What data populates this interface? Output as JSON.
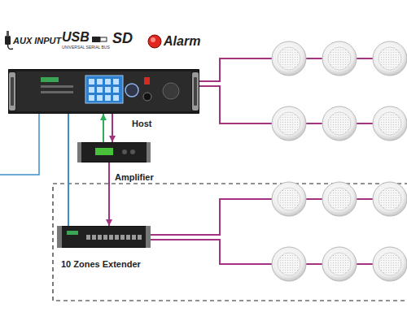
{
  "diagram": {
    "nodes": [
      {
        "text": [
          "Host"
        ]
      },
      {
        "text": [
          "Amplifier"
        ]
      },
      {
        "text": [
          "10 Zones Extender"
        ]
      }
    ],
    "edges": [
      {
        "from": 1,
        "to": 0,
        "arrow": "to"
      },
      {
        "from": 0,
        "to": 1,
        "arrow": "to"
      },
      {
        "from": 1,
        "to": 2,
        "arrow": "to"
      },
      {
        "from": 0,
        "to": 2,
        "arrow": "none"
      }
    ],
    "labels": [
      "AUX INPUT",
      "USB",
      "UNIVERSAL SERIAL BUS",
      "SD",
      "Alarm"
    ]
  }
}
